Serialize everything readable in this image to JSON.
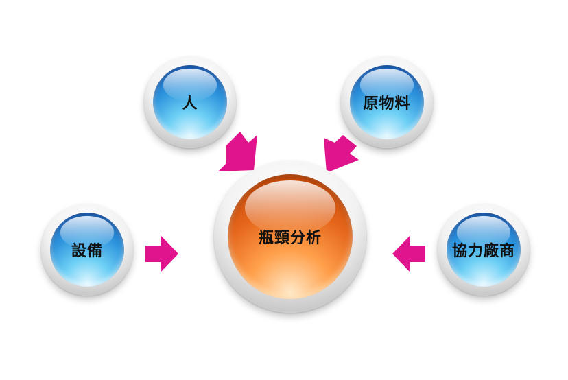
{
  "diagram": {
    "center": {
      "label": "瓶頸分析"
    },
    "nodes": [
      {
        "id": "ren",
        "label": "人"
      },
      {
        "id": "yuan",
        "label": "原物料"
      },
      {
        "id": "she",
        "label": "設備"
      },
      {
        "id": "xie",
        "label": "協力廠商"
      }
    ],
    "colors": {
      "arrow": "#e0148c",
      "center_ball": "#e5651a",
      "node_ball": "#2c93dc",
      "ring": "#f2f2f2"
    }
  }
}
